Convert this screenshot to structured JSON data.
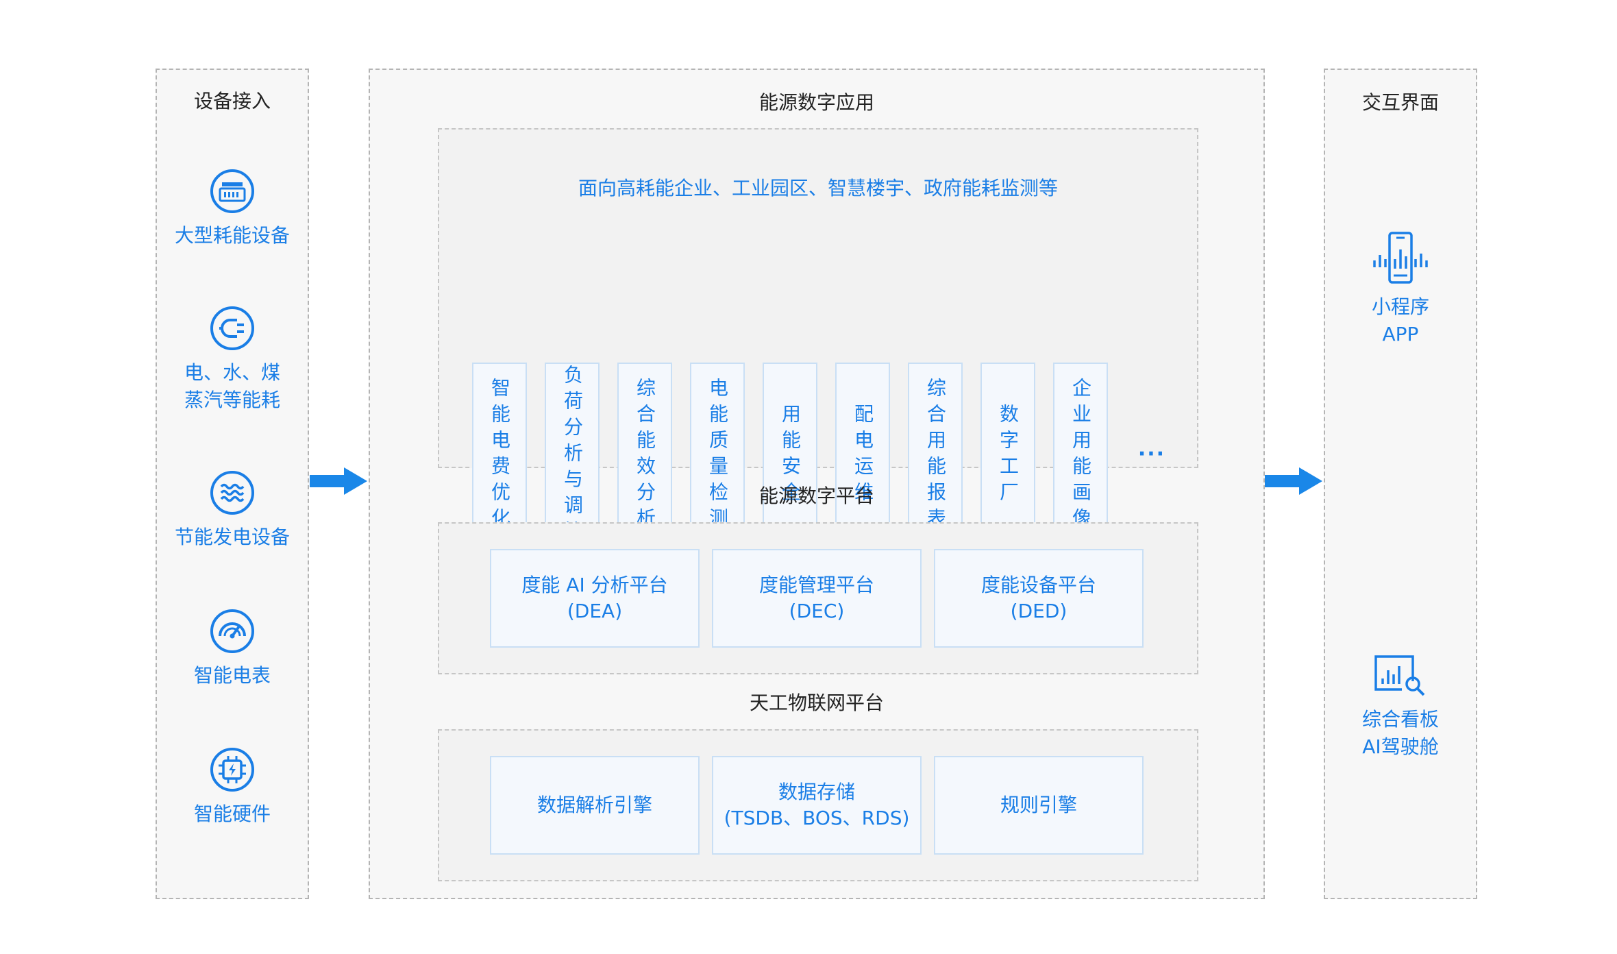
{
  "device_access": {
    "title": "设备接入",
    "items": [
      {
        "icon": "meter-box-icon",
        "label": "大型耗能设备"
      },
      {
        "icon": "plug-icon",
        "label_line1": "电、水、煤",
        "label_line2": "蒸汽等能耗"
      },
      {
        "icon": "wave-icon",
        "label": "节能发电设备"
      },
      {
        "icon": "gauge-icon",
        "label": "智能电表"
      },
      {
        "icon": "chip-icon",
        "label": "智能硬件"
      }
    ]
  },
  "energy_digital_app": {
    "title": "能源数字应用",
    "subtitle": "面向高耗能企业、工业园区、智慧楼宇、政府能耗监测等",
    "apps": [
      "智能电费优化",
      "负荷分析与调控",
      "综合能效分析",
      "电能质量检测",
      "用能安全",
      "配电运维",
      "综合用能报表",
      "数字工厂",
      "企业用能画像"
    ],
    "more": "···"
  },
  "energy_digital_platform": {
    "title": "能源数字平台",
    "boxes": [
      {
        "line1": "度能 AI 分析平台",
        "line2": "(DEA)"
      },
      {
        "line1": "度能管理平台",
        "line2": "(DEC)"
      },
      {
        "line1": "度能设备平台",
        "line2": "(DED)"
      }
    ]
  },
  "iot_platform": {
    "title": "天工物联网平台",
    "boxes": [
      {
        "line1": "数据解析引擎",
        "line2": ""
      },
      {
        "line1": "数据存储",
        "line2": "(TSDB、BOS、RDS)"
      },
      {
        "line1": "规则引擎",
        "line2": ""
      }
    ]
  },
  "interaction": {
    "title": "交互界面",
    "items": [
      {
        "icon": "phone-chart-icon",
        "line1": "小程序",
        "line2": "APP"
      },
      {
        "icon": "dashboard-search-icon",
        "line1": "综合看板",
        "line2": "AI驾驶舱"
      }
    ]
  },
  "colors": {
    "accent": "#1a7ee6",
    "arrow": "#1a87e8",
    "border": "#b4b4b4",
    "panel": "#f7f7f7",
    "card_border": "#c9dff5"
  }
}
